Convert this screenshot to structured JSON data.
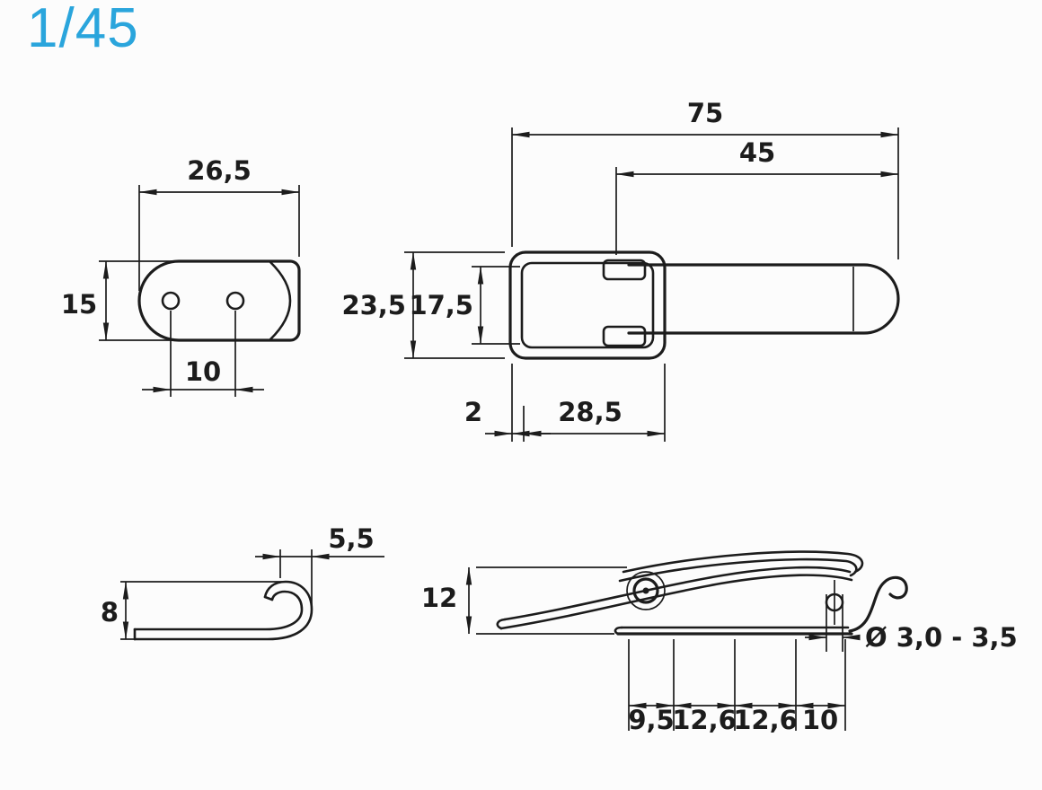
{
  "page": {
    "counter": "1/45",
    "accent_color": "#2AA5DC",
    "line_color": "#1C1C1C",
    "background_color": "#FCFCFC"
  },
  "drawing": {
    "views": {
      "counter_plate": {
        "dims": {
          "width": "26,5",
          "height": "15",
          "hole_spacing": "10"
        }
      },
      "latch_top": {
        "dims": {
          "overall_length": "75",
          "lever_length": "45",
          "outer_width": "23,5",
          "inner_width": "17,5",
          "thickness": "2",
          "frame_length": "28,5"
        }
      },
      "spring_hook": {
        "dims": {
          "hook_depth": "5,5",
          "hook_height": "8"
        }
      },
      "latch_side": {
        "dims": {
          "height": "12",
          "hole_diameter": "Ø 3,0 - 3,5",
          "hole_spacing": [
            "9,5",
            "12,6",
            "12,6",
            "10"
          ]
        }
      }
    }
  }
}
